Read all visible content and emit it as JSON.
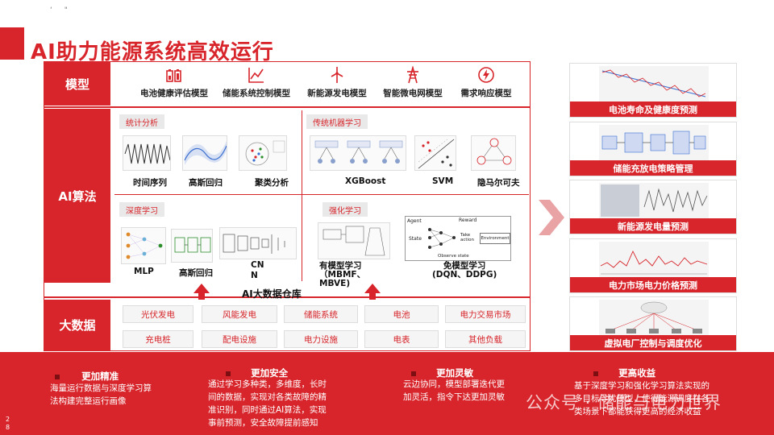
{
  "header": {
    "marks": "‘ \"",
    "title": "AI助力能源系统高效运行"
  },
  "rows": {
    "model": "模型",
    "algorithm": "AI算法",
    "bigdata": "大数据"
  },
  "models": [
    {
      "label": "电池健康评估模型",
      "icon": "battery-icon"
    },
    {
      "label": "储能系统控制模型",
      "icon": "line-chart-icon"
    },
    {
      "label": "新能源发电模型",
      "icon": "wind-turbine-icon"
    },
    {
      "label": "智能微电网模型",
      "icon": "transmission-tower-icon"
    },
    {
      "label": "需求响应模型",
      "icon": "lightning-icon"
    }
  ],
  "algorithms": {
    "stats": {
      "tag": "统计分析",
      "items": [
        "时间序列",
        "高斯回归",
        "聚类分析"
      ]
    },
    "ml": {
      "tag": "传统机器学习",
      "items": [
        "XGBoost",
        "SVM",
        "隐马尔可夫"
      ]
    },
    "dl": {
      "tag": "深度学习",
      "items": [
        "MLP",
        "高斯回归",
        "CN\nN"
      ]
    },
    "rl": {
      "tag": "强化学习",
      "items": [
        "有模型学习\n（MBMF、\nMBVE)",
        "免模型学习\n(DQN、DDPG)"
      ],
      "diagram": {
        "agent": "Agent",
        "reward": "Reward",
        "state": "State",
        "take_action": "Take action",
        "environment": "Environment",
        "observe": "Observe state"
      }
    }
  },
  "warehouse_label": "AI大数据仓库",
  "data_items": [
    [
      "光伏发电",
      "风能发电",
      "储能系统",
      "电池",
      "电力交易市场"
    ],
    [
      "充电桩",
      "配电设施",
      "电力设施",
      "电表",
      "其他负载"
    ]
  ],
  "results": [
    "电池寿命及健康度预测",
    "储能充放电策略管理",
    "新能源发电量预测",
    "电力市场电力价格预测",
    "虚拟电厂控制与调度优化"
  ],
  "benefits": [
    {
      "title": "更加精准",
      "text": "海量运行数据与深度学习算\n法构建完整运行画像"
    },
    {
      "title": "更加安全",
      "text": "通过学习多种类，多维度，长时\n间的数据，实现对各类故障的精\n准识别，同时通过AI算法，实现\n事前预测，安全故障提前感知"
    },
    {
      "title": "更加灵敏",
      "text": "云边协同，模型部署迭代更\n加灵活，指令下达更加灵敏"
    },
    {
      "title": "更高收益",
      "text": "基于深度学习和强化学习算法实现的\n多目标寻优模型，使得能源调度在各\n类场景下都能获得更高的经济收益"
    }
  ],
  "page_number": "28",
  "watermark": "公众号 · 储能与电力世界",
  "colors": {
    "accent": "#d7252b",
    "tag_bg": "#e9e9e9"
  }
}
